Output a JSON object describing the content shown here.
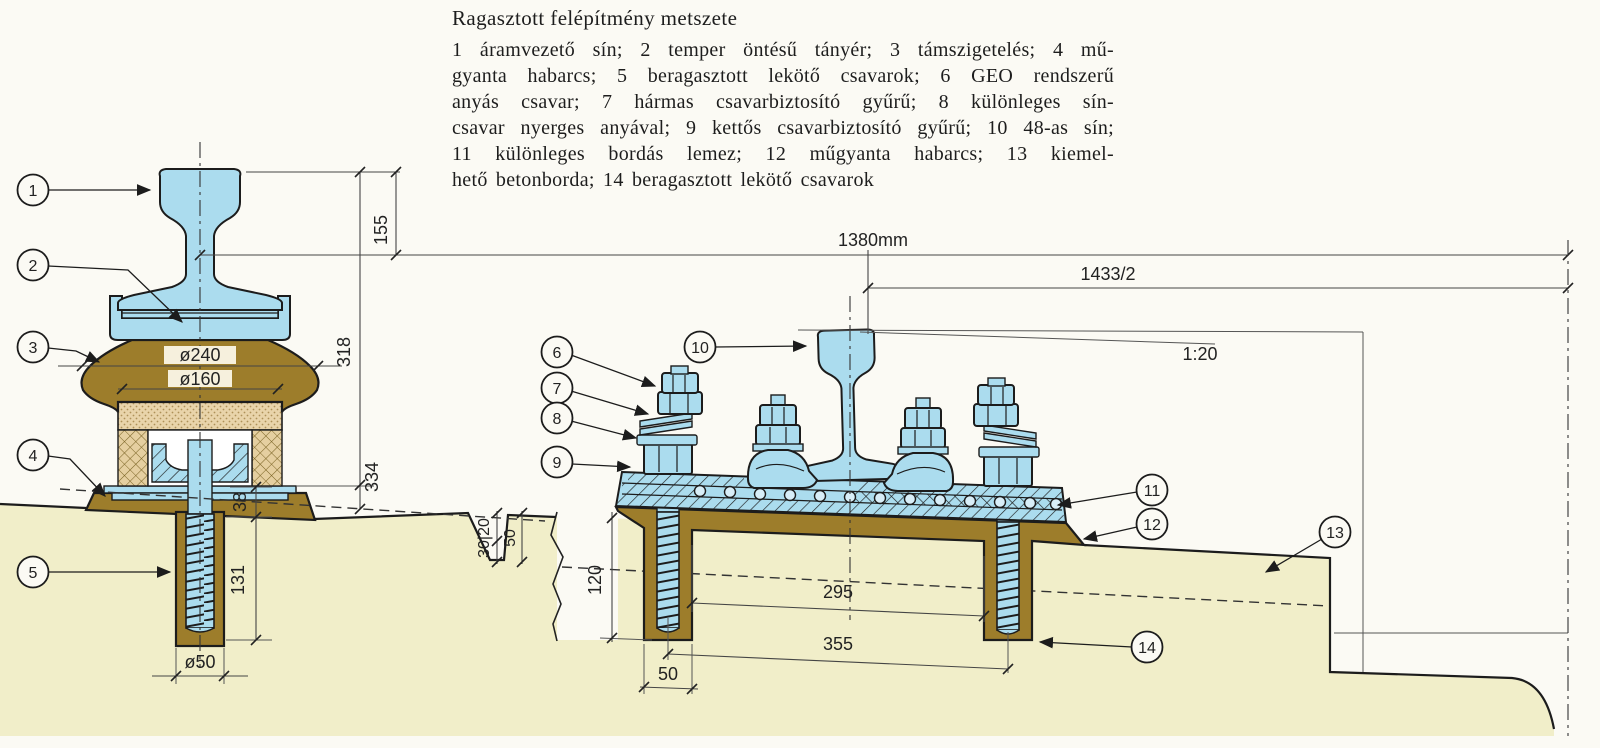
{
  "title": "Ragasztott felépítmény metszete",
  "legend_lines": [
    "1 áramvezető sín; 2 temper öntésű tányér; 3 támszigetelés; 4 mű-",
    "gyanta habarcs; 5 beragasztott lekötő csavarok; 6 GEO rendszerű",
    "anyás csavar; 7 hármas csavarbiztosító gyűrű; 8 különleges sín-",
    "csavar nyerges anyával; 9 kettős csavarbiztosító gyűrű; 10 48-as sín;",
    "11 különleges bordás lemez; 12 műgyanta habarcs; 13 kiemel-",
    "hető betonborda; 14 beragasztott lekötő csavarok"
  ],
  "callouts": {
    "c1": "1",
    "c2": "2",
    "c3": "3",
    "c4": "4",
    "c5": "5",
    "c6": "6",
    "c7": "7",
    "c8": "8",
    "c9": "9",
    "c10": "10",
    "c11": "11",
    "c12": "12",
    "c13": "13",
    "c14": "14"
  },
  "dims": {
    "rail_top_155": "155",
    "height_318": "318",
    "height_334": "334",
    "plate_dia": "ø240",
    "insulator_dia": "ø160",
    "mortar_38": "38",
    "embed_131": "131",
    "hole_dia_50": "ø50",
    "gauge": "1380mm",
    "half_gauge": "1433/2",
    "cant": "1:20",
    "notch_30_20": "30|20",
    "notch_50": "50",
    "depth_120": "120",
    "span_295": "295",
    "span_355": "355",
    "hole_50": "50"
  },
  "colors": {
    "steel_blue": "#abdcee",
    "resin_brown": "#9d7d2b",
    "concrete": "#f1eec9",
    "insulation_tan": "#e6cfa2",
    "outline": "#1c1c1c",
    "paper": "#fbfaf4"
  }
}
